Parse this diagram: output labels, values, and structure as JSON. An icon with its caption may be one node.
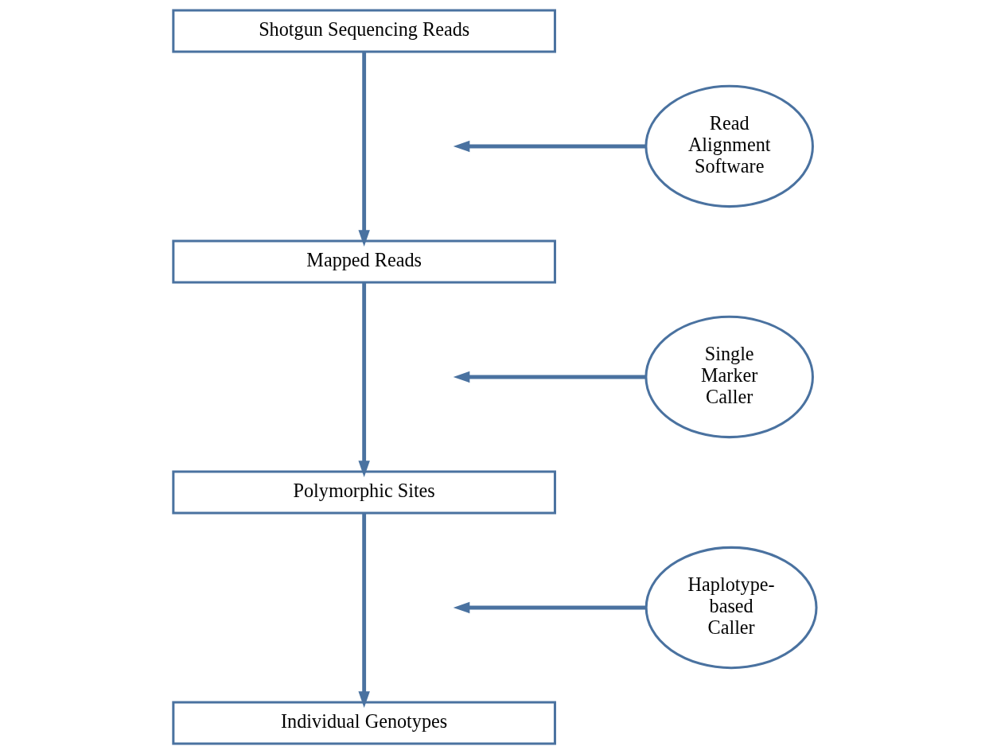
{
  "diagram": {
    "nodes": [
      {
        "text": [
          "Shotgun Sequencing Reads"
        ]
      },
      {
        "text": [
          "Read Alignment Software"
        ]
      },
      {
        "text": [
          "Mapped Reads"
        ]
      },
      {
        "text": [
          "Single Marker Caller"
        ]
      },
      {
        "text": [
          "Polymorphic Sites"
        ]
      },
      {
        "text": [
          "Haplotype-based Caller"
        ]
      },
      {
        "text": [
          "Individual Genotypes"
        ]
      }
    ],
    "edges": [
      {
        "from": 0,
        "to": 2,
        "arrow": "to"
      },
      {
        "from": 1,
        "to": null,
        "arrow": "to"
      },
      {
        "from": 2,
        "to": 4,
        "arrow": "to"
      },
      {
        "from": 3,
        "to": null,
        "arrow": "to"
      },
      {
        "from": 4,
        "to": 6,
        "arrow": "to"
      },
      {
        "from": 5,
        "to": null,
        "arrow": "to"
      }
    ]
  }
}
